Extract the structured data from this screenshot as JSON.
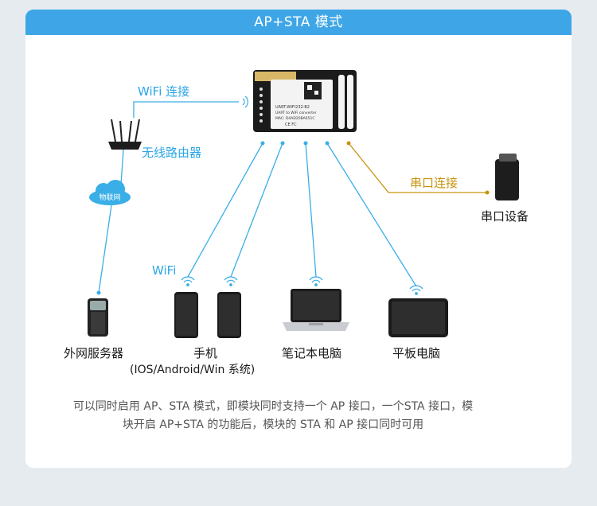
{
  "header": {
    "title": "AP+STA 模式"
  },
  "module": {
    "label_line1": "UART-WIFI232-B2",
    "label_line2": "UART to WiFi converter",
    "label_line3": "MAC: D4AD20BA651C",
    "badges": "CE FC"
  },
  "labels": {
    "wifi_connect": "WiFi 连接",
    "router": "无线路由器",
    "iot": "物联网",
    "serial_connect": "串口连接",
    "serial_device": "串口设备",
    "wifi": "WiFi",
    "server": "外网服务器",
    "phone": "手机",
    "phone_os": "(IOS/Android/Win 系统)",
    "laptop": "笔记本电脑",
    "tablet": "平板电脑"
  },
  "description": {
    "line1": "可以同时启用 AP、STA 模式，即模块同时支持一个 AP 接口，一个STA 接口，模",
    "line2": "块开启 AP+STA 的功能后，模块的 STA 和 AP 接口同时可用"
  },
  "colors": {
    "header": "#3ea6e6",
    "wifi_line": "#3aaee6",
    "serial_line": "#c7930e"
  },
  "icons": [
    "wifi-signal-icon",
    "router-icon",
    "cloud-icon",
    "server-icon",
    "phone-icon",
    "laptop-icon",
    "tablet-icon",
    "serial-device-icon"
  ]
}
